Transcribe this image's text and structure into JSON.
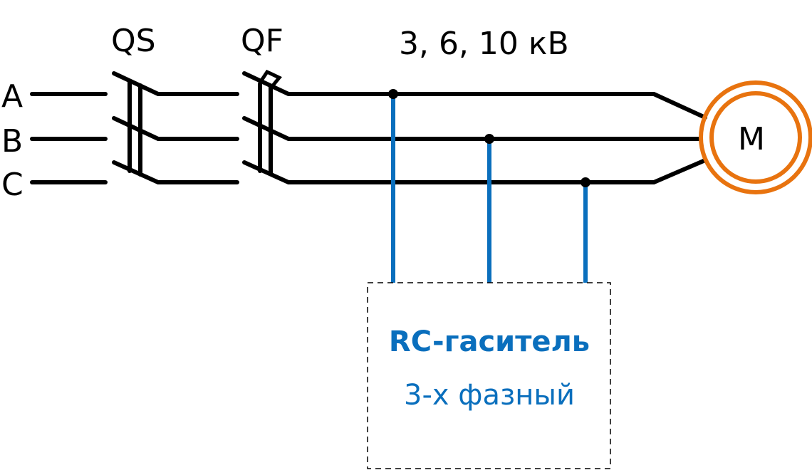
{
  "phases": [
    "A",
    "B",
    "C"
  ],
  "switch_label": "QS",
  "breaker_label": "QF",
  "voltage_label": "3, 6, 10 кВ",
  "motor_label": "M",
  "snubber": {
    "title": "RC-гаситель",
    "subtitle": "3-х фазный"
  },
  "colors": {
    "line": "#000000",
    "tap": "#0a6fbd",
    "motor": "#e8730f"
  }
}
